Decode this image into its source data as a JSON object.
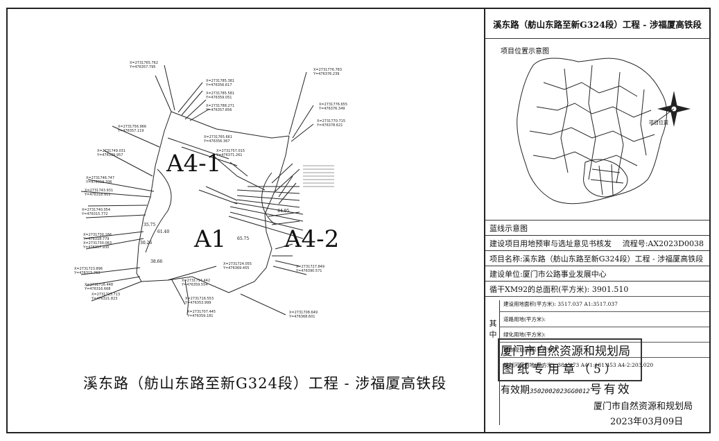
{
  "sheet": {
    "drawing_title": "溪东路（舫山东路至新G324段）工程 - 涉福厦高铁段",
    "parcels": [
      "A4-1",
      "A1",
      "A4-2"
    ],
    "edge_lengths": [
      "35.75",
      "61.40",
      "38.66",
      "30.26",
      "65.75",
      "44.95"
    ],
    "coordinate_notes": [
      "X=2731765.762 Y=476357.795",
      "X=2731785.381 Y=476356.617",
      "X=2731776.783 Y=476376.239",
      "X=2731785.581 Y=476359.051",
      "X=2731776.655 Y=476376.349",
      "X=2731788.271 Y=476357.856",
      "X=2731770.715 Y=476378.621",
      "X=2731765.661 Y=476356.367",
      "X=2731756.966 Y=476357.119",
      "X=2731757.015 Y=476371.261",
      "X=2731749.031 Y=476339.957",
      "X=2731746.747 Y=476319.706",
      "X=2731743.931 Y=476318.911",
      "X=2731740.054 Y=476315.772",
      "X=2731730.166 Y=476318.779",
      "X=2731730.063 Y=476357.930",
      "X=2731723.896 Y=476315.763",
      "X=2731716.448 Y=476316.668",
      "X=2731713.713 Y=476321.823",
      "X=2731714.442 Y=476359.554",
      "X=2731716.553 Y=476353.999",
      "X=2731707.445 Y=476359.181",
      "X=2731724.055 Y=476369.455",
      "X=2731727.849 Y=476390.571",
      "X=2731708.649 Y=476368.601"
    ]
  },
  "panel": {
    "title": "溪东路（舫山东路至新G324段）工程 - 涉福厦高铁段",
    "location_map_label": "项目位置示意图",
    "project_location_label": "项目位置",
    "redline_label": "蓝线示意图",
    "approval_type": "建设项目用地预审与选址意见书核发",
    "flow_no": "流程号:AX2023D0038",
    "project_name": "项目名称:溪东路（舫山东路至新G324段）工程 - 涉福厦高铁段",
    "builder": "建设单位:厦门市公路事业发展中心",
    "total_area": "循干XM92的总面积(平方米): 3901.510",
    "qizhong": "其中",
    "sub_rows": [
      "建设用地面积(平方米): 3517.037 A1:3517.037",
      "道路用地(平方米):",
      "绿化用地(平方米):",
      "城市规划道路(平方米):",
      "规划河道用地(平方米): 384.473 A4-1:181.453 A4-2:203.020"
    ],
    "stamp_line1": "厦门市自然资源和规划局",
    "stamp_line2": "图纸专用章（5）",
    "valid_prefix": "有效期",
    "valid_handwritten": "3502002023GG0012",
    "valid_suffix": "号有效",
    "bureau": "厦门市自然资源和规划局",
    "date": "2023年03月09日"
  }
}
